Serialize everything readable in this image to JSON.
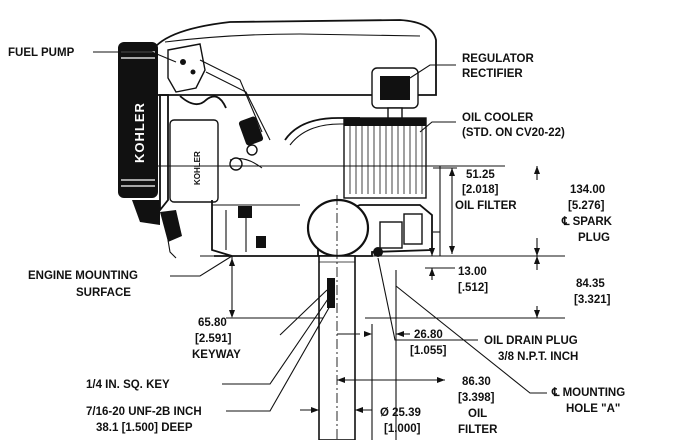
{
  "labels": {
    "fuel_pump": "FUEL PUMP",
    "brand": "KOHLER",
    "regulator_1": "REGULATOR",
    "regulator_2": "RECTIFIER",
    "oil_cooler_1": "OIL COOLER",
    "oil_cooler_2": "(STD. ON CV20-22)",
    "oil_filter_dim_1": "51.25",
    "oil_filter_dim_2": "[2.018]",
    "oil_filter_dim_3": "OIL FILTER",
    "spark_plug_dim_1": "134.00",
    "spark_plug_dim_2": "[5.276]",
    "spark_plug_dim_3": "℄ SPARK",
    "spark_plug_dim_4": "PLUG",
    "engine_mount_1": "ENGINE MOUNTING",
    "engine_mount_2": "SURFACE",
    "dim_13_1": "13.00",
    "dim_13_2": "[.512]",
    "dim_84_1": "84.35",
    "dim_84_2": "[3.321]",
    "keyway_1": "65.80",
    "keyway_2": "[2.591]",
    "keyway_3": "KEYWAY",
    "dim_26_1": "26.80",
    "dim_26_2": "[1.055]",
    "drain_1": "OIL DRAIN PLUG",
    "drain_2": "3/8 N.P.T. INCH",
    "sq_key": "1/4 IN. SQ. KEY",
    "mount_hole_1": "℄ MOUNTING",
    "mount_hole_2": "HOLE \"A\"",
    "filter_dim_1": "86.30",
    "filter_dim_2": "[3.398]",
    "filter_dim_3": "OIL",
    "filter_dim_4": "FILTER",
    "thread_1": "7/16-20 UNF-2B INCH",
    "thread_2": "38.1 [1.500] DEEP",
    "shaft_dia_1": "Ø 25.39",
    "shaft_dia_2": "[1.000]"
  }
}
